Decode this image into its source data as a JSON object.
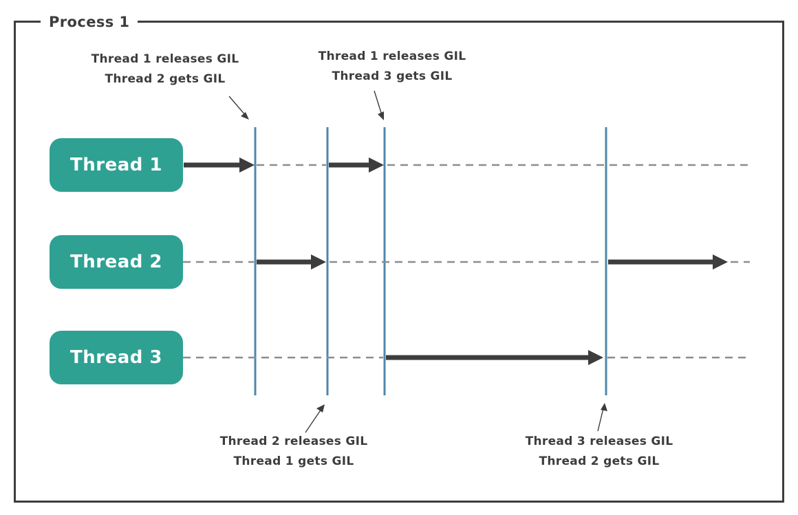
{
  "diagram": {
    "process_label": "Process 1",
    "threads": [
      {
        "label": "Thread 1"
      },
      {
        "label": "Thread 2"
      },
      {
        "label": "Thread 3"
      }
    ],
    "annotations": {
      "top_left": {
        "line1": "Thread 1 releases GIL",
        "line2": "Thread 2 gets GIL"
      },
      "top_middle": {
        "line1": "Thread 1 releases GIL",
        "line2": "Thread 3 gets GIL"
      },
      "bottom_left": {
        "line1": "Thread 2 releases GIL",
        "line2": "Thread 1 gets GIL"
      },
      "bottom_right": {
        "line1": "Thread 3 releases GIL",
        "line2": "Thread 2 gets GIL"
      }
    },
    "colors": {
      "ink": "#3d3d3d",
      "thread_box": "#2ea193",
      "thread_box_text": "#ffffff",
      "gil_line": "#4e87ab",
      "idle_dash": "#8c8c8c",
      "background": "#ffffff"
    }
  }
}
